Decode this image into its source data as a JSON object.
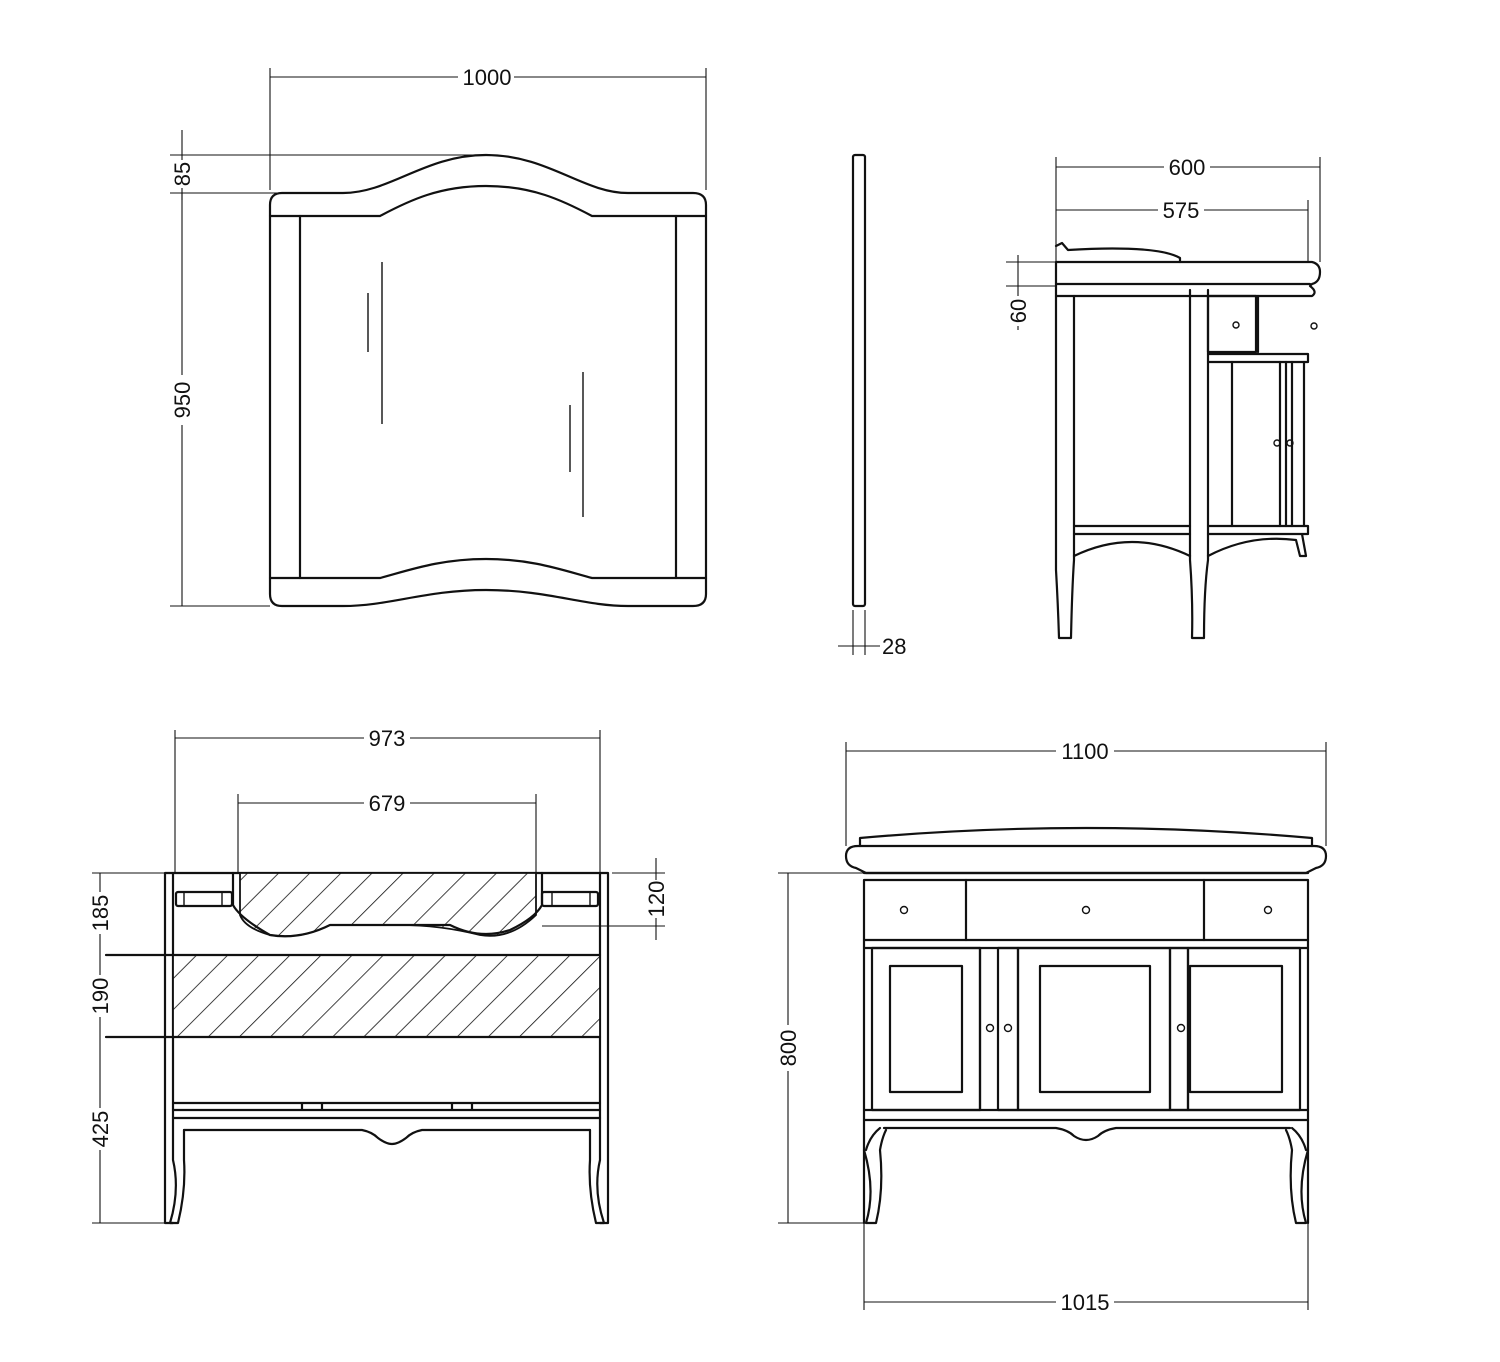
{
  "dimensions": {
    "mirror_width": "1000",
    "mirror_crest": "85",
    "mirror_height": "950",
    "mirror_depth": "28",
    "side_top_depth": "600",
    "side_body_depth": "575",
    "side_top_thickness": "60",
    "plan_width": "973",
    "basin_width": "679",
    "basin_depth": "120",
    "zone_top": "185",
    "zone_middle": "190",
    "zone_bottom": "425",
    "front_top_width": "1100",
    "front_height": "800",
    "front_body_width": "1015"
  }
}
